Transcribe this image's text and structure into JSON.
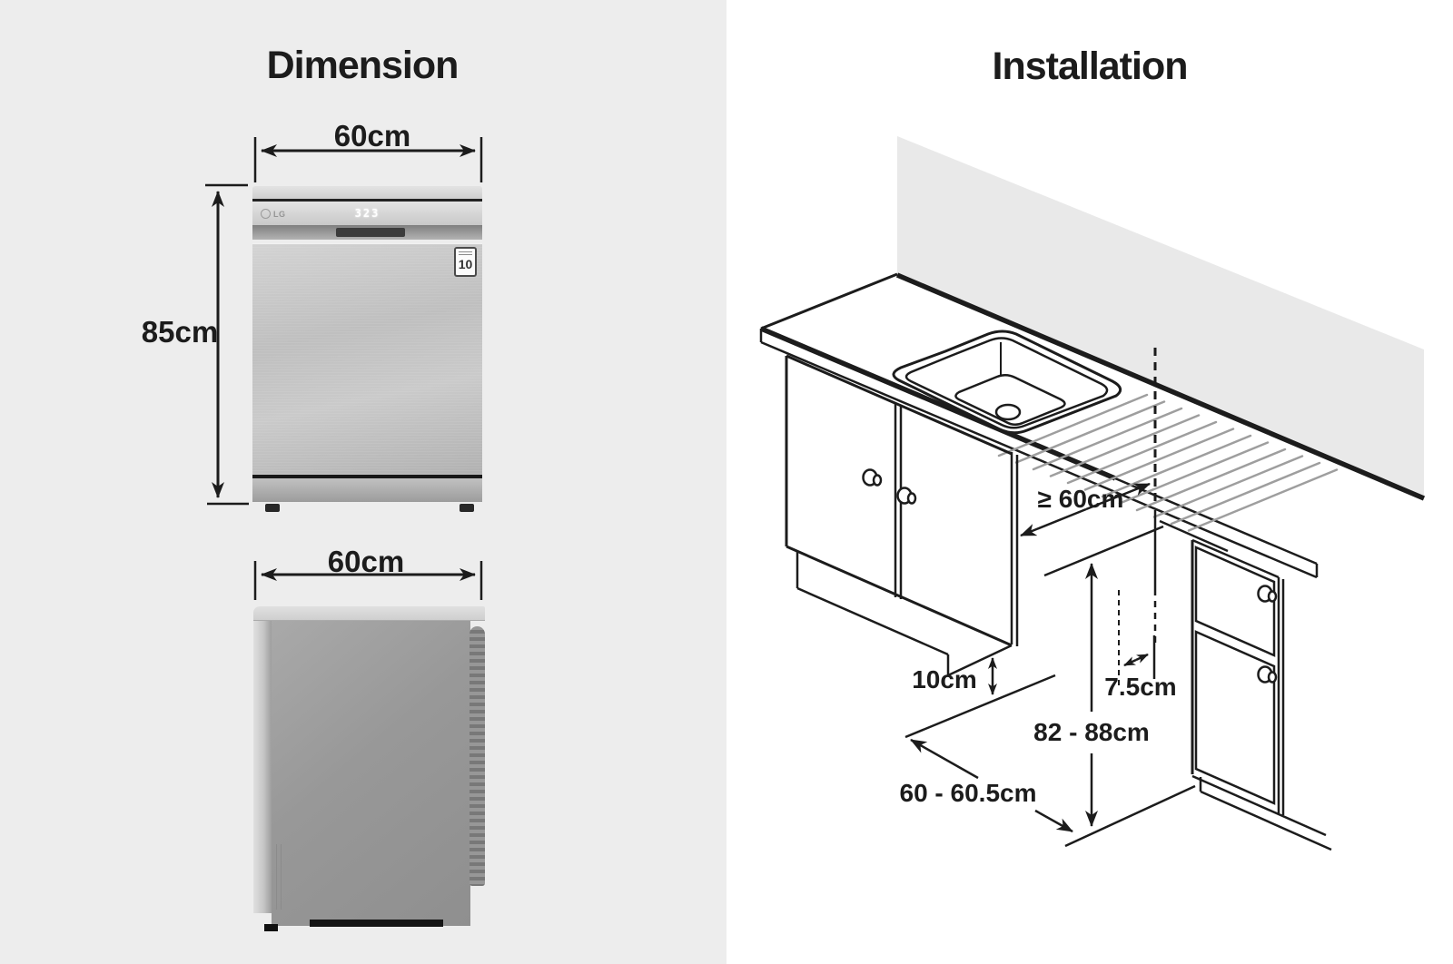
{
  "left_panel": {
    "title": "Dimension",
    "front_view": {
      "width_label": "60cm",
      "height_label": "85cm",
      "brand_logo": "LG",
      "display_value": "323",
      "warranty_badge": "10"
    },
    "side_view": {
      "depth_label": "60cm"
    }
  },
  "right_panel": {
    "title": "Installation",
    "labels": {
      "clearance_depth": "≥ 60cm",
      "kick_height": "10cm",
      "plinth_recess": "7.5cm",
      "niche_height": "82 - 88cm",
      "niche_width": "60 - 60.5cm"
    }
  },
  "colors": {
    "background_left": "#ededed",
    "background_right": "#ffffff",
    "wall": "#e9e9e9",
    "line": "#1c1c1c"
  }
}
